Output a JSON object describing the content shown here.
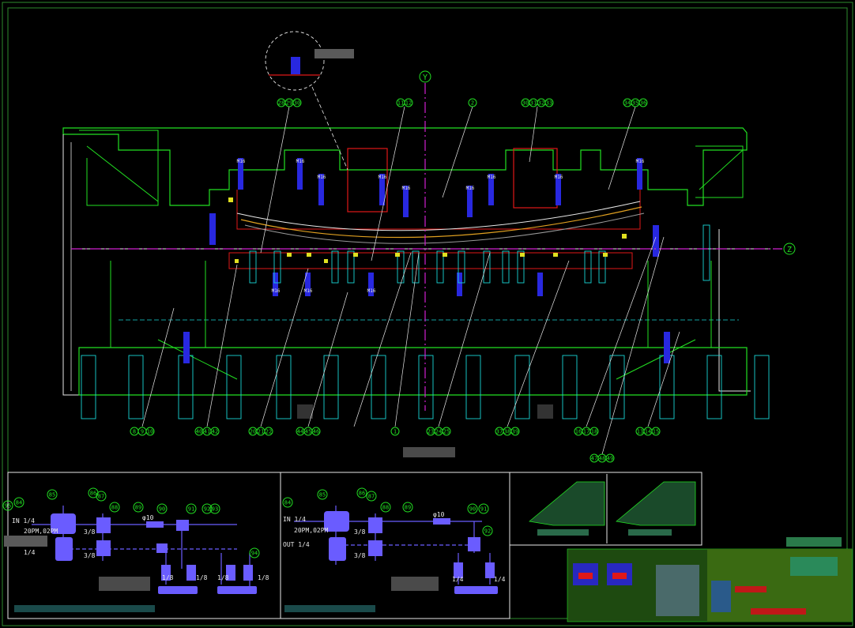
{
  "colors": {
    "background": "#000000",
    "frame": "#2e8b2e",
    "die_outline": "#22e022",
    "cyan": "#19d6d6",
    "magenta": "#d020d0",
    "red": "#e01818",
    "blue": "#2828e0",
    "yellow": "#e0e020",
    "white": "#e8e8e8",
    "pneumatic": "#6a5cff",
    "balloon": "#22e022"
  },
  "axes": {
    "vertical_axis_label": "Y",
    "horizontal_axis_label": "Z"
  },
  "bolt_labels": [
    "M16",
    "M16",
    "M16",
    "M16",
    "M16",
    "M16",
    "M16",
    "M16",
    "M16",
    "M16",
    "M16",
    "M16"
  ],
  "top_balloons": [
    {
      "numbers": [
        "28",
        "29",
        "30"
      ]
    },
    {
      "numbers": [
        "11",
        "12"
      ]
    },
    {
      "numbers": [
        "2"
      ]
    },
    {
      "numbers": [
        "30",
        "31",
        "32",
        "33"
      ]
    },
    {
      "numbers": [
        "34",
        "35",
        "36"
      ]
    }
  ],
  "bottom_balloons": [
    {
      "numbers": [
        "8",
        "9",
        "10"
      ]
    },
    {
      "numbers": [
        "40",
        "41",
        "42"
      ]
    },
    {
      "numbers": [
        "20",
        "21",
        "22"
      ]
    },
    {
      "numbers": [
        "44",
        "45",
        "46"
      ]
    },
    {
      "numbers": [
        "1"
      ]
    },
    {
      "numbers": [
        "23",
        "24",
        "25"
      ]
    },
    {
      "numbers": [
        "37",
        "38",
        "39"
      ]
    },
    {
      "numbers": [
        "16",
        "17",
        "18"
      ]
    },
    {
      "numbers": [
        "13",
        "14",
        "15"
      ]
    },
    {
      "numbers": [
        "47",
        "48",
        "49"
      ]
    }
  ],
  "pneumatic_left": {
    "in_label": "IN 1/4",
    "valve_label": "20PM,02PM",
    "out_label": "1/4",
    "fitting_labels": [
      "3/8",
      "3/8",
      "φ10",
      "1/8",
      "1/8",
      "1/8",
      "1/8"
    ],
    "balloons": [
      "84",
      "85",
      "86",
      "87",
      "88",
      "89",
      "90",
      "91",
      "92",
      "93",
      "94",
      "95"
    ]
  },
  "pneumatic_right": {
    "in_label": "IN 1/4",
    "valve_label": "20PM,02PM",
    "out_label": "OUT 1/4",
    "fitting_labels": [
      "3/8",
      "3/8",
      "φ10",
      "1/4",
      "1/4"
    ],
    "balloons": [
      "84",
      "85",
      "86",
      "87",
      "88",
      "89",
      "90",
      "91",
      "92"
    ]
  }
}
